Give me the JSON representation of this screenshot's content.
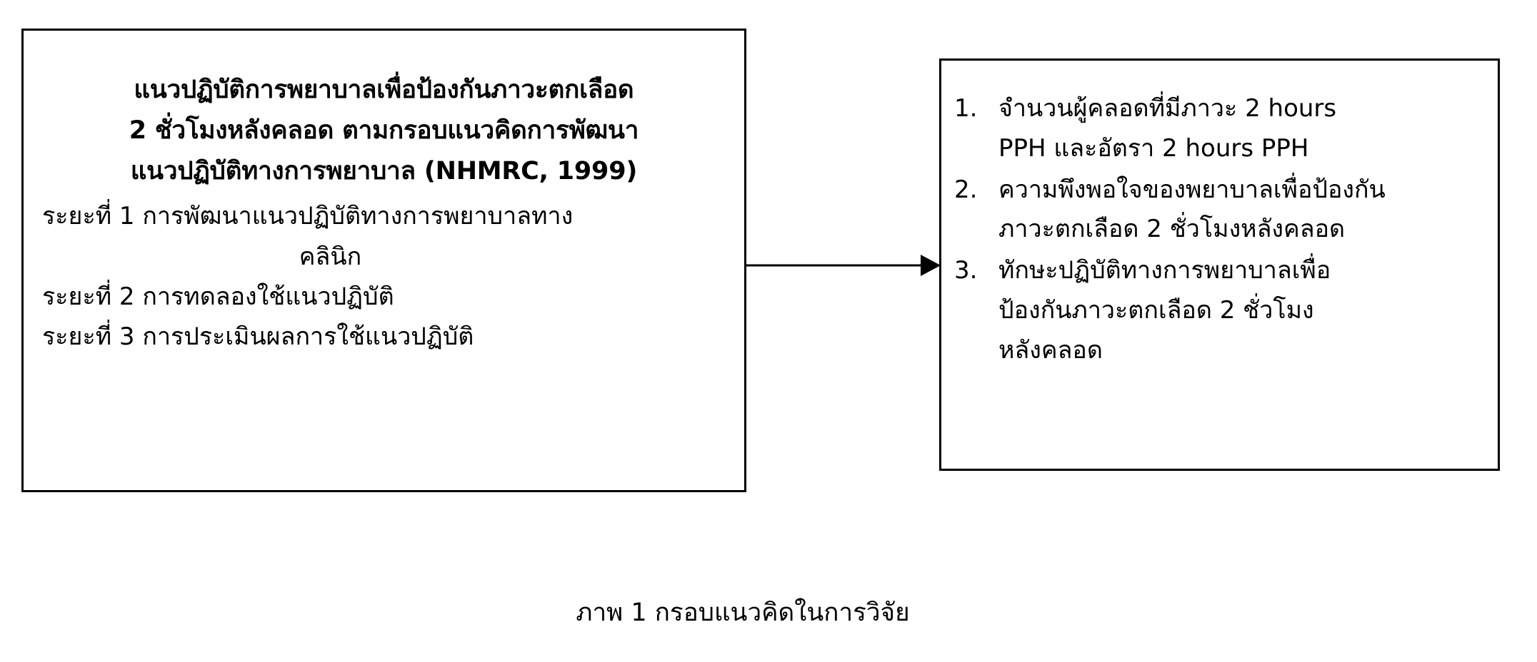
{
  "figure": {
    "caption": "ภาพ 1 กรอบแนวคิดในการวิจัย",
    "line_color": "#000000",
    "background_color": "#ffffff"
  },
  "left_box": {
    "title_lines": [
      "แนวปฏิบัติการพยาบาลเพื่อป้องกันภาวะตกเลือด",
      "2 ชั่วโมงหลังคลอด ตามกรอบแนวคิดการพัฒนา",
      "แนวปฏิบัติทางการพยาบาล (NHMRC, 1999)"
    ],
    "phases": [
      {
        "line1": "ระยะที่ 1 การพัฒนาแนวปฏิบัติทางการพยาบาลทาง",
        "line2": "คลินิก"
      },
      {
        "line1": "ระยะที่ 2 การทดลองใช้แนวปฏิบัติ",
        "line2": ""
      },
      {
        "line1": "ระยะที่ 3 การประเมินผลการใช้แนวปฏิบัติ",
        "line2": ""
      }
    ]
  },
  "right_box": {
    "items": [
      {
        "marker": "1.",
        "lines": [
          "จำนวนผู้คลอดที่มีภาวะ 2 hours",
          "PPH และอัตรา 2 hours PPH"
        ]
      },
      {
        "marker": "2.",
        "lines": [
          "ความพึงพอใจของพยาบาลเพื่อป้องกัน",
          "ภาวะตกเลือด 2 ชั่วโมงหลังคลอด"
        ]
      },
      {
        "marker": "3.",
        "lines": [
          "ทักษะปฏิบัติทางการพยาบาลเพื่อ",
          "ป้องกันภาวะตกเลือด 2 ชั่วโมง",
          "หลังคลอด"
        ]
      }
    ]
  },
  "connector": {
    "icon": "right-arrow-icon",
    "direction": "left-to-right"
  }
}
